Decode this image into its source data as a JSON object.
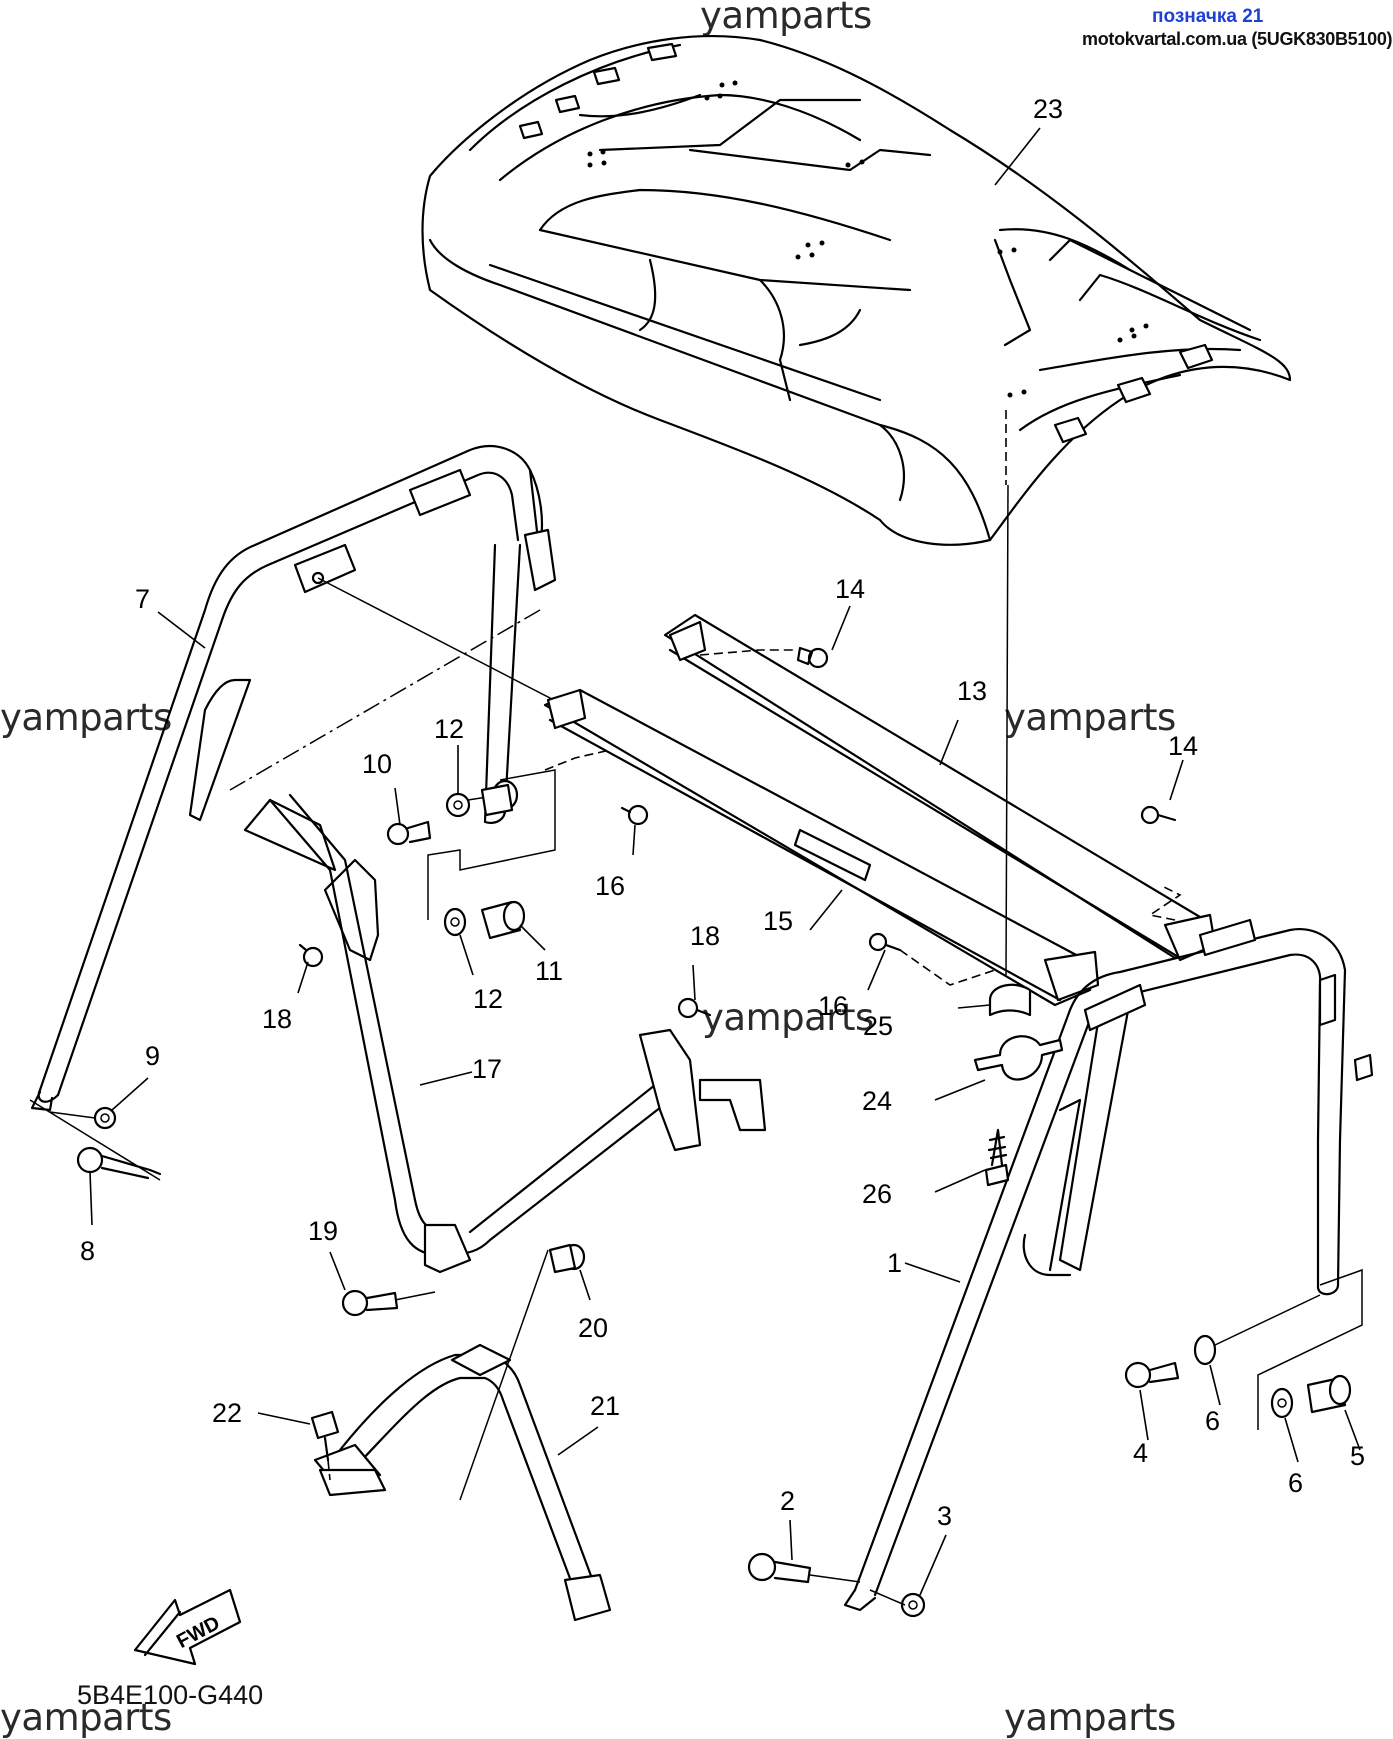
{
  "header": {
    "label": "позначка 21",
    "source": "motokvartal.com.ua (5UGK830B5100)"
  },
  "watermarks": [
    "yamparts",
    "yamparts",
    "yamparts",
    "yamparts",
    "yamparts",
    "yamparts"
  ],
  "diagram_code": "5B4E100-G440",
  "fwd_label": "FWD",
  "callouts": {
    "c1": "1",
    "c2": "2",
    "c3": "3",
    "c4": "4",
    "c5": "5",
    "c6a": "6",
    "c6b": "6",
    "c7": "7",
    "c8": "8",
    "c9": "9",
    "c10": "10",
    "c11": "11",
    "c12a": "12",
    "c12b": "12",
    "c13": "13",
    "c14a": "14",
    "c14b": "14",
    "c15": "15",
    "c16a": "16",
    "c16b": "16",
    "c17": "17",
    "c18a": "18",
    "c18b": "18",
    "c19": "19",
    "c20": "20",
    "c21": "21",
    "c22": "22",
    "c23": "23",
    "c24": "24",
    "c25": "25",
    "c26": "26"
  }
}
